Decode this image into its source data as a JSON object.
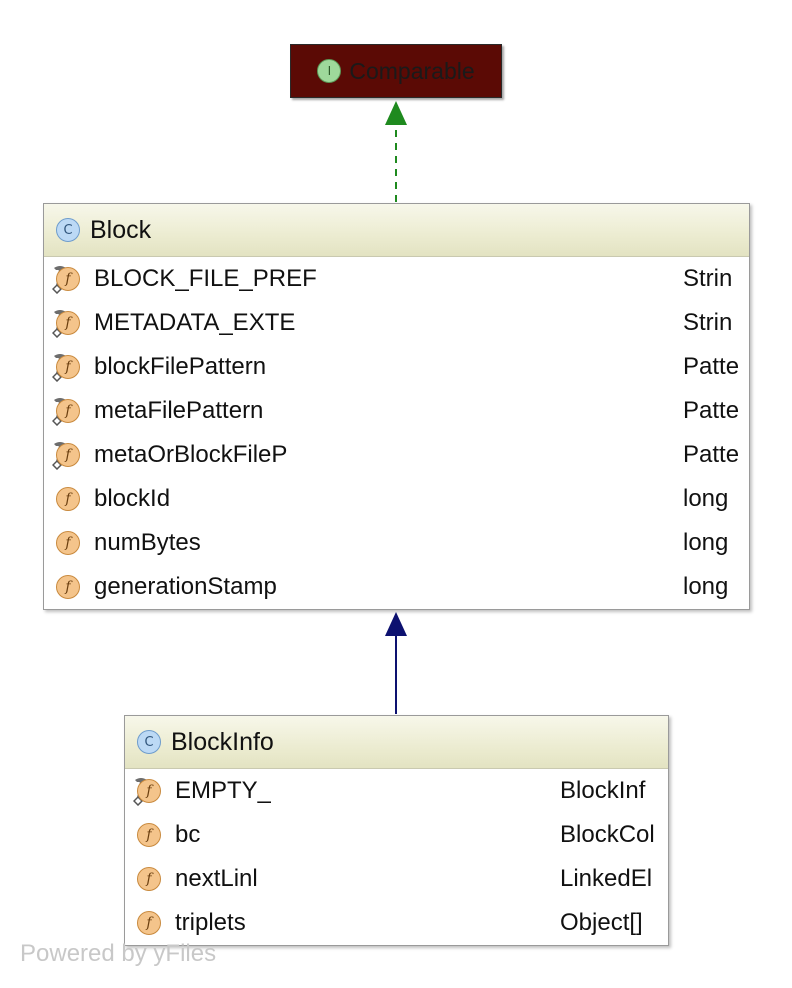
{
  "interface": {
    "badge": "I",
    "title": "Comparable"
  },
  "block": {
    "badge": "C",
    "title": "Block",
    "fields": [
      {
        "name": "BLOCK_FILE_PREF",
        "type": "Strin",
        "static": true
      },
      {
        "name": "METADATA_EXTE",
        "type": "Strin",
        "static": true
      },
      {
        "name": "blockFilePattern",
        "type": "Patte",
        "static": true
      },
      {
        "name": "metaFilePattern",
        "type": "Patte",
        "static": true
      },
      {
        "name": "metaOrBlockFileP",
        "type": "Patte",
        "static": true
      },
      {
        "name": "blockId",
        "type": "long",
        "static": false
      },
      {
        "name": "numBytes",
        "type": "long",
        "static": false
      },
      {
        "name": "generationStamp",
        "type": "long",
        "static": false
      }
    ]
  },
  "blockinfo": {
    "badge": "C",
    "title": "BlockInfo",
    "fields": [
      {
        "name": "EMPTY_",
        "type": "BlockInf",
        "static": true
      },
      {
        "name": "bc",
        "type": "BlockCol",
        "static": false
      },
      {
        "name": "nextLinl",
        "type": "LinkedEl",
        "static": false
      },
      {
        "name": "triplets",
        "type": "Object[]",
        "static": false
      }
    ]
  },
  "field_badge": "f",
  "colors": {
    "implements_edge": "#1f8a1f",
    "extends_edge": "#0d1170",
    "interface_fill": "#5b0a05"
  },
  "watermark": "Powered by yFiles"
}
